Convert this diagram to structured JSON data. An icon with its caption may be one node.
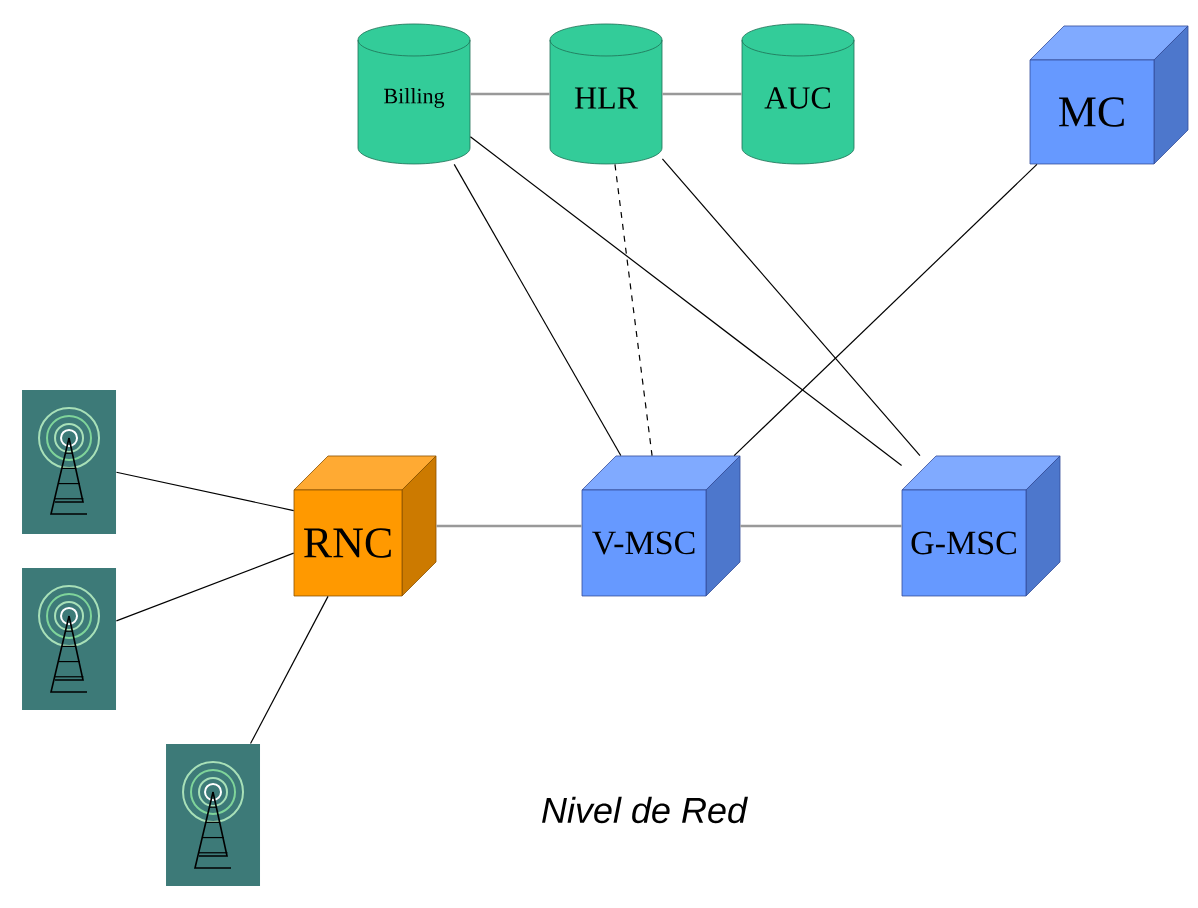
{
  "diagram": {
    "caption": "Nivel de Red",
    "nodes": [
      {
        "text": [
          "Billing"
        ]
      },
      {
        "text": [
          "HLR"
        ]
      },
      {
        "text": [
          "AUC"
        ]
      },
      {
        "text": [
          "MC"
        ]
      },
      {
        "text": [],
        "shape": "picture"
      },
      {
        "text": [
          "RNC"
        ]
      },
      {
        "text": [
          "V-MSC"
        ]
      },
      {
        "text": [
          "G-MSC"
        ]
      },
      {
        "text": [],
        "shape": "picture"
      },
      {
        "text": [],
        "shape": "picture"
      }
    ],
    "edges": [
      {
        "from": 0,
        "to": 1,
        "arrow": "none",
        "color": "#999999"
      },
      {
        "from": 1,
        "to": 2,
        "arrow": "none",
        "color": "#999999"
      },
      {
        "from": 0,
        "to": 6,
        "arrow": "none"
      },
      {
        "from": 0,
        "to": 7,
        "arrow": "none"
      },
      {
        "from": 1,
        "to": 6,
        "arrow": "none",
        "style": "dashed"
      },
      {
        "from": 1,
        "to": 7,
        "arrow": "none"
      },
      {
        "from": 3,
        "to": 6,
        "arrow": "none"
      },
      {
        "from": 4,
        "to": 5,
        "arrow": "none"
      },
      {
        "from": 8,
        "to": 5,
        "arrow": "none"
      },
      {
        "from": 9,
        "to": 5,
        "arrow": "none"
      },
      {
        "from": 5,
        "to": 6,
        "arrow": "none",
        "color": "#999999"
      },
      {
        "from": 6,
        "to": 7,
        "arrow": "none",
        "color": "#999999"
      }
    ]
  }
}
